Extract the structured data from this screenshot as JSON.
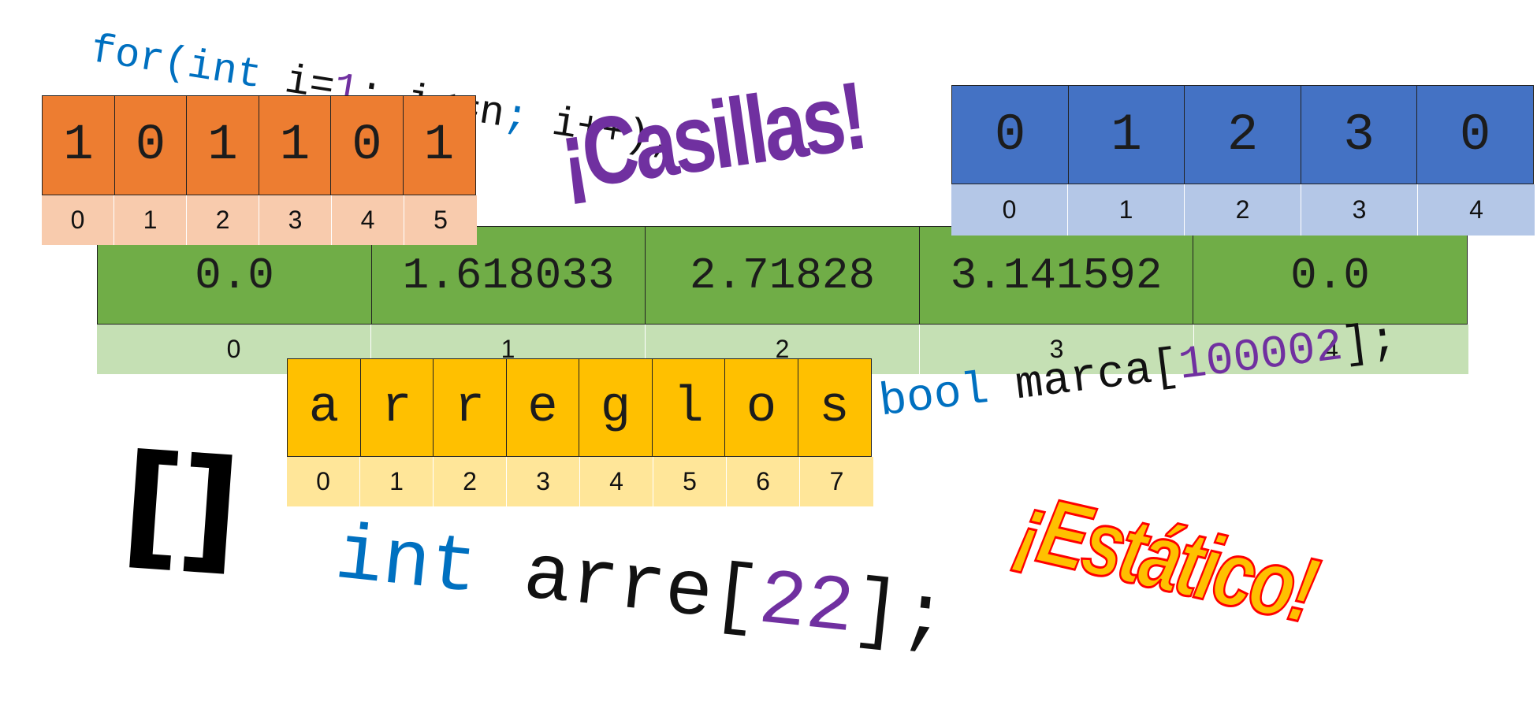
{
  "code_for": {
    "kw1": "for(int",
    "plain": " i=",
    "num": "1",
    "rest": "; i<=n",
    "semi": ";",
    "tail": " i++);"
  },
  "casillas": "¡Casillas!",
  "orange_array": {
    "values": [
      "1",
      "0",
      "1",
      "1",
      "0",
      "1"
    ],
    "indices": [
      "0",
      "1",
      "2",
      "3",
      "4",
      "5"
    ]
  },
  "blue_array": {
    "values": [
      "0",
      "1",
      "2",
      "3",
      "0"
    ],
    "indices": [
      "0",
      "1",
      "2",
      "3",
      "4"
    ]
  },
  "green_array": {
    "values": [
      "0.0",
      "1.618033",
      "2.71828",
      "3.141592",
      "0.0"
    ],
    "indices": [
      "0",
      "1",
      "2",
      "3",
      "4"
    ]
  },
  "yellow_array": {
    "values": [
      "a",
      "r",
      "r",
      "e",
      "g",
      "l",
      "o",
      "s"
    ],
    "indices": [
      "0",
      "1",
      "2",
      "3",
      "4",
      "5",
      "6",
      "7"
    ]
  },
  "code_bool": {
    "kw": "bool",
    "plain": " marca[",
    "num": "100002",
    "end": "];"
  },
  "brackets": "[]",
  "code_int": {
    "kw": "int",
    "plain": " arre[",
    "num": "22",
    "end": "];"
  },
  "estatico": "¡Estático!",
  "colors": {
    "orange": "#ED7D31",
    "orange_light": "#F8CBAD",
    "blue": "#4472C4",
    "blue_light": "#B4C7E7",
    "green": "#70AD47",
    "green_light": "#C5E0B4",
    "yellow": "#FFC000",
    "yellow_light": "#FFE699",
    "keyword": "#0070C0",
    "number": "#7030A0"
  }
}
